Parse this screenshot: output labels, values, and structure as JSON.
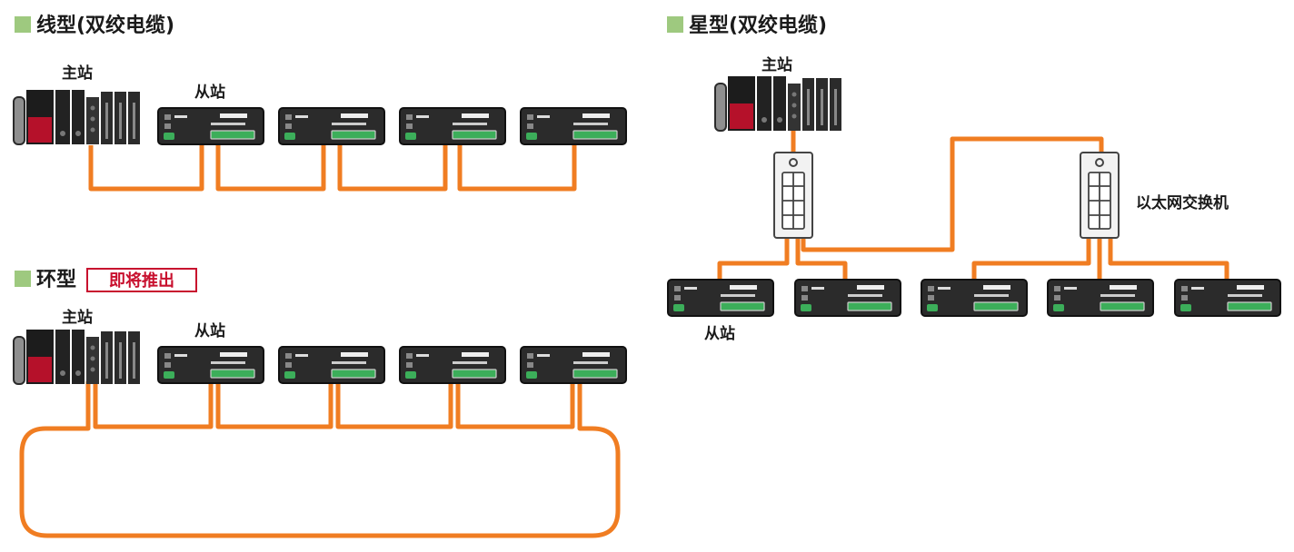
{
  "colors": {
    "cable": "#f07d22",
    "section_marker": "#9ec97f",
    "badge": "#c8102e",
    "device_body": "#2b2b2b",
    "master_accent": "#b5112a",
    "connector": "#3cae5a",
    "switch_body": "#f2f2f2"
  },
  "sections": {
    "line": {
      "title": "线型(双绞电缆)",
      "master_label": "主站",
      "slave_label": "从站"
    },
    "ring": {
      "title": "环型",
      "badge": "即将推出",
      "master_label": "主站",
      "slave_label": "从站"
    },
    "star": {
      "title": "星型(双绞电缆)",
      "master_label": "主站",
      "slave_label": "从站",
      "switch_label": "以太网交换机"
    }
  },
  "icons": {
    "master": "plc-master-icon",
    "slave": "remote-io-slave-icon",
    "switch": "ethernet-switch-icon"
  }
}
